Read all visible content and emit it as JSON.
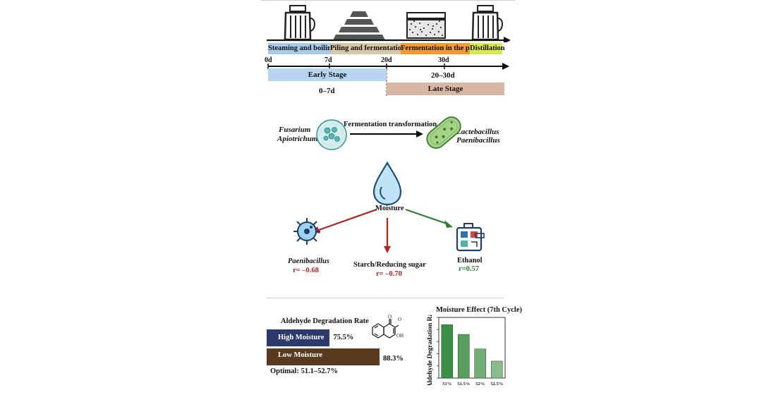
{
  "timeline": {
    "stages": [
      {
        "label": "Steaming and boiling",
        "color": "#a9cbea"
      },
      {
        "label": "Piling and fermentation",
        "color": "#d8c6a8"
      },
      {
        "label": "Fermentation in the pit",
        "color": "#f59a2f"
      },
      {
        "label": "Distillation",
        "color": "#d9e84a"
      }
    ],
    "days": [
      "0d",
      "7d",
      "20d",
      "30d"
    ],
    "early_label": "Early Stage",
    "early_range": "0–7d",
    "late_label": "Late Stage",
    "late_range": "20–30d",
    "early_color": "#b7d4f0",
    "late_color": "#d7b7a3"
  },
  "transformation": {
    "from_line1": "Fusarium",
    "from_line2": "Apiotrichum",
    "arrow_label": "Fermentation transformation",
    "to_line1": "Lactebacillus",
    "to_line2": "Paenibacillus"
  },
  "moisture": {
    "label": "Moisture",
    "left_name": "Paenibacillus",
    "left_r": "r= –0.68",
    "mid_name": "Starch/Reducing sugar",
    "mid_r": "r= –0.70",
    "right_name": "Ethanol",
    "right_r": "r=0.57",
    "neg_color": "#b22222",
    "pos_color": "#2e7d32"
  },
  "aldehyde": {
    "title": "Aldehyde Degradation Rate",
    "high_label": "High Moisture",
    "high_value": "75.5%",
    "high_pct": 75.5,
    "high_color": "#2b3a6b",
    "low_label": "Low Moisture",
    "low_value": "88.3%",
    "low_pct": 88.3,
    "low_color": "#5a3a1e",
    "optimal": "Optimal: 51.1–52.7%",
    "molecule_oh": "OH"
  },
  "chart_data": {
    "type": "bar",
    "title": "Moisture Effect (7th Cycle)",
    "ylabel": "Aldehyde Degradation Rate",
    "categories": [
      "51%",
      "51.5%",
      "52%",
      "52.5%"
    ],
    "values": [
      88,
      72,
      48,
      28
    ],
    "ylim": [
      0,
      100
    ],
    "colors": [
      "#3c8f46",
      "#5a9e5f",
      "#74ad78",
      "#8cbc8e"
    ]
  }
}
